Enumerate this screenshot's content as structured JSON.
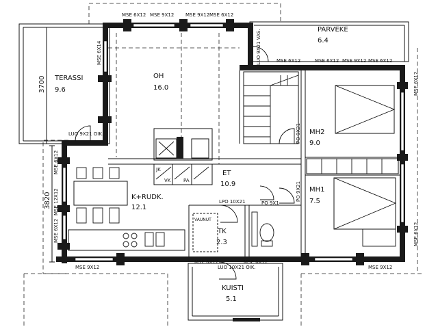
{
  "rooms": {
    "oh": {
      "name": "OH",
      "area": "16.0"
    },
    "terassi": {
      "name": "TERASSI",
      "area": "9.6"
    },
    "parveke": {
      "name": "PARVEKE",
      "area": "6.4"
    },
    "mh2": {
      "name": "MH2",
      "area": "9.0"
    },
    "mh1": {
      "name": "MH1",
      "area": "7.5"
    },
    "et": {
      "name": "ET",
      "area": "10.9"
    },
    "krudk": {
      "name": "K+RUDK.",
      "area": "12.1"
    },
    "tk": {
      "name": "TK",
      "area": "2.3"
    },
    "kuisti": {
      "name": "KUISTI",
      "area": "5.1"
    }
  },
  "window_labels": {
    "top_1": "MSE 6X12",
    "top_2": "MSE 9X12",
    "top_3": "MSE 9X12",
    "top_4": "MSE 6X12",
    "left_oh": "MSE 6X14",
    "mid_1": "MSE 6X12",
    "mid_2": "MSE 6X12",
    "mid_3": "MSE 9X12",
    "mid_4": "MSE 6X12",
    "right_mh2": "MSE 6X12",
    "left_k1": "MSE 6X12",
    "left_k2": "MSE 12X12",
    "left_k3": "MSE 6X12",
    "right_mh1": "MSE 6X12",
    "bot_1": "MSE 9X12",
    "bot_2": "MSE 6X12",
    "bot_3": "MSE 6X12",
    "bot_4": "MSE 9X12"
  },
  "door_labels": {
    "terassi_door": "LUO 9X21 OIK.",
    "parveke_door": "LUO 9X21 VAS.",
    "mh2_door": "PO 9X21",
    "mh1_door": "PO 9X21",
    "wc_door": "PO 9X1",
    "tk_door": "LPO 10X21",
    "kuisti_door": "LUO 10X21 OIK."
  },
  "fixtures": {
    "jk": "JK",
    "vk": "VK",
    "pa": "PA",
    "vaunut": "VAUNUT"
  },
  "dimensions": {
    "dim_left_top": "3700",
    "dim_left_bottom": "3820"
  }
}
